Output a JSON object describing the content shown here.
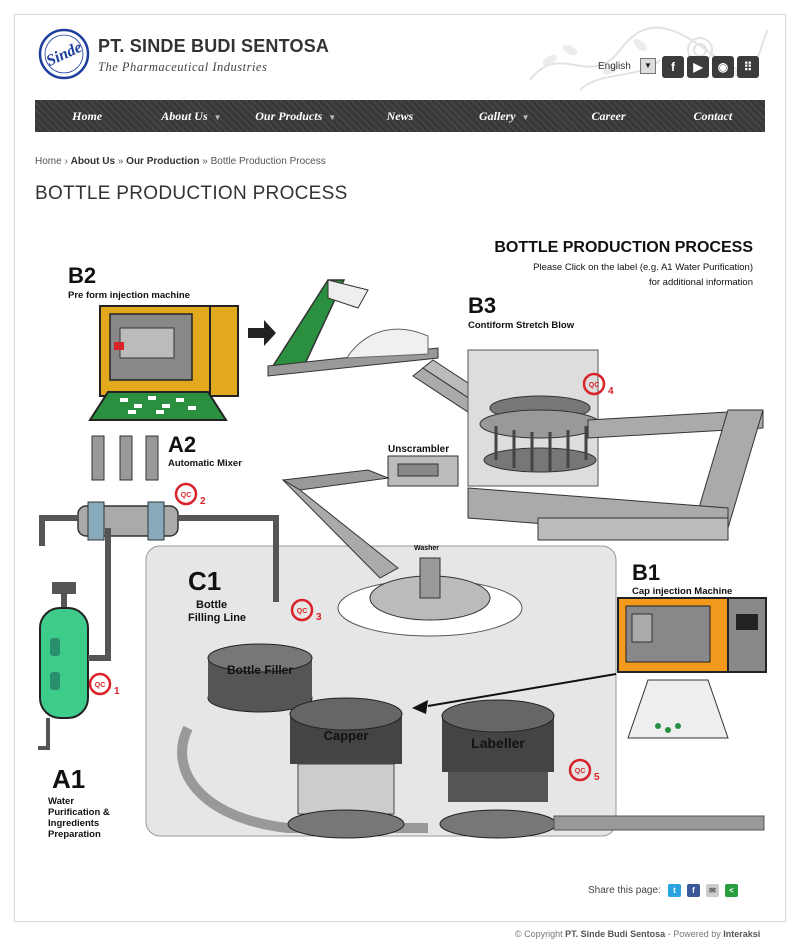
{
  "header": {
    "company": "PT. SINDE BUDI SENTOSA",
    "tagline": "The Pharmaceutical Industries",
    "logo_text": "Sinde",
    "language": "English"
  },
  "social_icons": [
    "facebook-icon",
    "youtube-icon",
    "rss-icon",
    "grid-icon"
  ],
  "nav": [
    {
      "label": "Home",
      "dropdown": false
    },
    {
      "label": "About Us",
      "dropdown": true
    },
    {
      "label": "Our Products",
      "dropdown": true
    },
    {
      "label": "News",
      "dropdown": false
    },
    {
      "label": "Gallery",
      "dropdown": true
    },
    {
      "label": "Career",
      "dropdown": false
    },
    {
      "label": "Contact",
      "dropdown": false
    }
  ],
  "breadcrumb": {
    "items": [
      "Home",
      "About Us",
      "Our Production",
      "Bottle Production Process"
    ],
    "sep1": "›",
    "sep2": "»",
    "sep3": "»"
  },
  "page_title": "BOTTLE PRODUCTION PROCESS",
  "diagram": {
    "heading": "BOTTLE PRODUCTION PROCESS",
    "instruction_line1": "Please Click on  the label (e.g. A1 Water Purification)",
    "instruction_line2": "for additional information",
    "b2_code": "B2",
    "b2_label": "Pre form injection machine",
    "b3_code": "B3",
    "b3_label": "Contiform Stretch Blow",
    "a2_code": "A2",
    "a2_label": "Automatic Mixer",
    "a1_code": "A1",
    "a1_l1": "Water",
    "a1_l2": "Purification &",
    "a1_l3": "Ingredients",
    "a1_l4": "Preparation",
    "c1_code": "C1",
    "c1_l1": "Bottle",
    "c1_l2": "Filling Line",
    "b1_code": "B1",
    "b1_label": "Cap injection Machine",
    "unscrambler": "Unscrambler",
    "washer": "Washer",
    "filler": "Bottle Filler",
    "capper": "Capper",
    "labeller": "Labeller",
    "qc_text": "QC",
    "qc1": "1",
    "qc2": "2",
    "qc3": "3",
    "qc4": "4",
    "qc5": "5"
  },
  "share": {
    "label": "Share this page:"
  },
  "footer": {
    "copyright": "© Copyright",
    "company": "PT. Sinde Budi Sentosa",
    "powered": "- Powered by",
    "powered_by": "Interaksi"
  },
  "colors": {
    "nav_bg": "#3d3d3d",
    "machine_yellow": "#e2a81e",
    "machine_orange": "#f39a1e",
    "green": "#2a8f3f",
    "mixer_green": "#3dcc8a",
    "qc_red": "#d8232a"
  }
}
